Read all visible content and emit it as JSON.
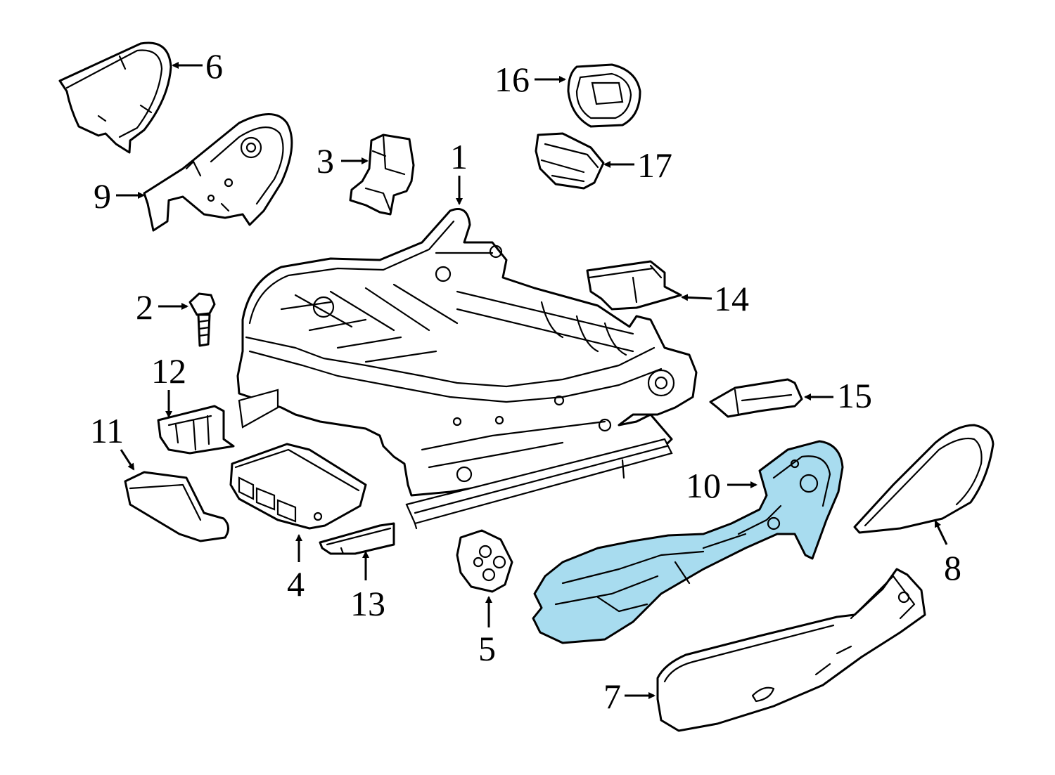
{
  "diagram": {
    "highlight_color": "#a8dcef",
    "line_color": "#000000",
    "background": "#ffffff",
    "callouts": [
      {
        "id": "1",
        "label": "1"
      },
      {
        "id": "2",
        "label": "2"
      },
      {
        "id": "3",
        "label": "3"
      },
      {
        "id": "4",
        "label": "4"
      },
      {
        "id": "5",
        "label": "5"
      },
      {
        "id": "6",
        "label": "6"
      },
      {
        "id": "7",
        "label": "7"
      },
      {
        "id": "8",
        "label": "8"
      },
      {
        "id": "9",
        "label": "9"
      },
      {
        "id": "10",
        "label": "10"
      },
      {
        "id": "11",
        "label": "11"
      },
      {
        "id": "12",
        "label": "12"
      },
      {
        "id": "13",
        "label": "13"
      },
      {
        "id": "14",
        "label": "14"
      },
      {
        "id": "15",
        "label": "15"
      },
      {
        "id": "16",
        "label": "16"
      },
      {
        "id": "17",
        "label": "17"
      }
    ],
    "highlighted_part": "10"
  }
}
